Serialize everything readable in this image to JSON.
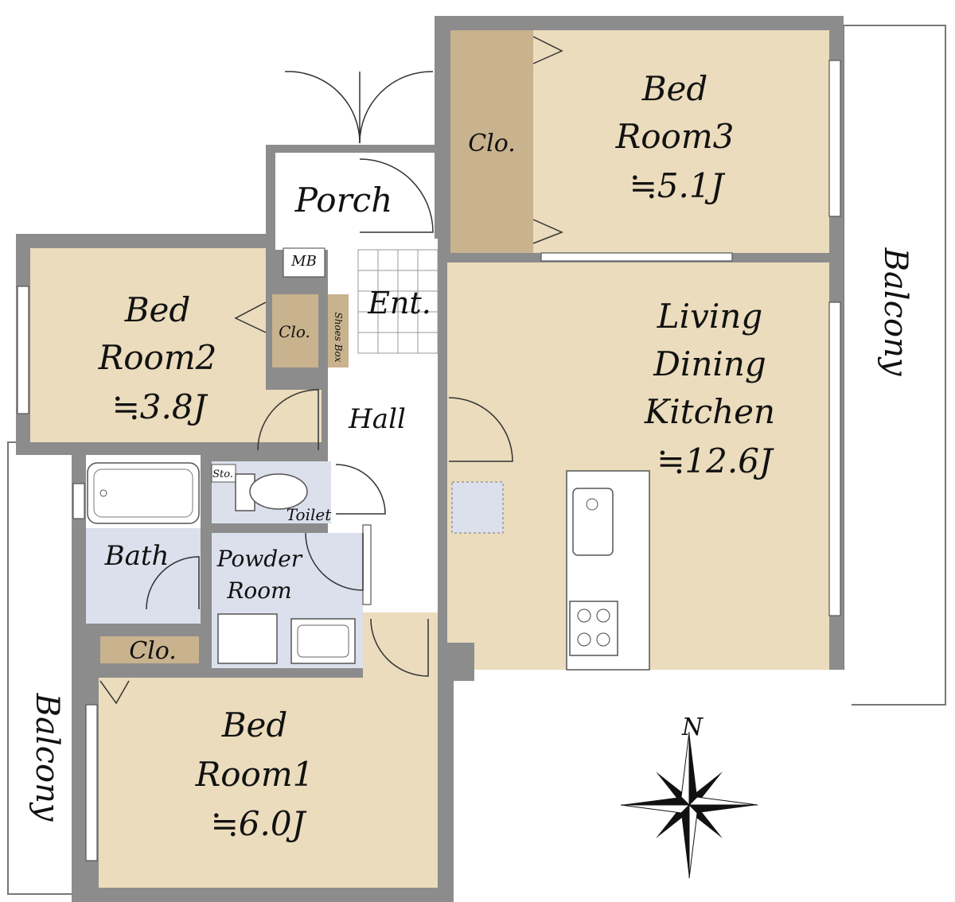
{
  "plan": {
    "bedroom3": {
      "line1": "Bed",
      "line2": "Room3",
      "area": "≒5.1J"
    },
    "bedroom2": {
      "line1": "Bed",
      "line2": "Room2",
      "area": "≒3.8J"
    },
    "bedroom1": {
      "line1": "Bed",
      "line2": "Room1",
      "area": "≒6.0J"
    },
    "ldk": {
      "line1": "Living",
      "line2": "Dining",
      "line3": "Kitchen",
      "area": "≒12.6J"
    },
    "closet_label": "Clo.",
    "porch": "Porch",
    "entrance": "Ent.",
    "hall": "Hall",
    "meter_box": "MB",
    "shoes_box": "Shoes Box",
    "storage": "Sto.",
    "toilet": "Toilet",
    "bath": "Bath",
    "powder_room": {
      "line1": "Powder",
      "line2": "Room"
    },
    "balcony_east": "Balcony",
    "balcony_west": "Balcony",
    "compass_north": "N"
  },
  "colors": {
    "wall": "#8c8c8c",
    "room_floor": "#eadcbc",
    "wet_area": "#dcdfec",
    "closet": "#c9b28e"
  }
}
